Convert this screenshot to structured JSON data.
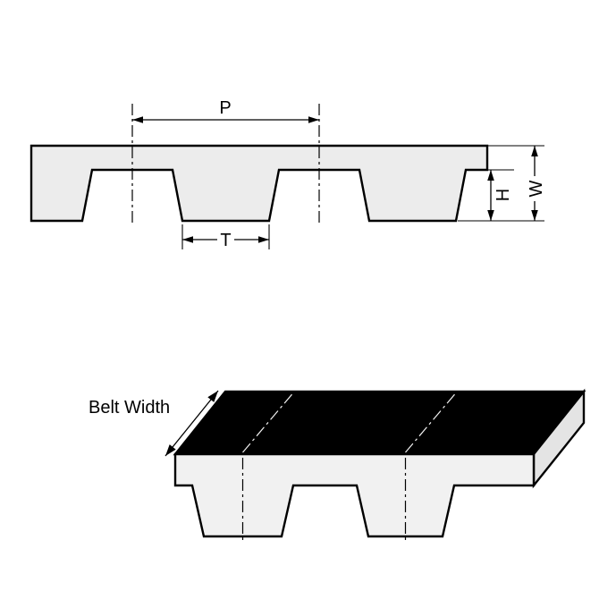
{
  "figure_top": {
    "name": "timing belt tooth profile cross-section",
    "labels": {
      "pitch": "P",
      "tooth_width": "T",
      "tooth_height": "H",
      "belt_thickness": "W"
    }
  },
  "figure_bottom": {
    "name": "timing belt perspective view",
    "labels": {
      "belt_width": "Belt Width"
    }
  },
  "colors": {
    "line": "#000000",
    "belt_fill": "#ececec",
    "front_face_fill": "#f1f1f1",
    "end_face_fill": "#e4e4e4",
    "top_face_fill": "#000000",
    "background": "#ffffff"
  }
}
